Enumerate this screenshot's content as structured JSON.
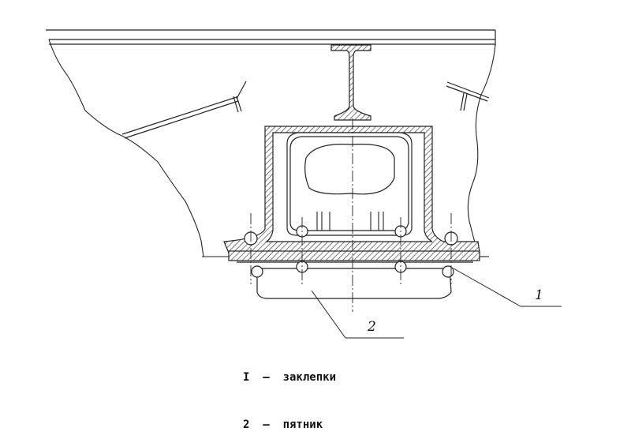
{
  "diagram": {
    "callouts": [
      {
        "id": "1",
        "label": "1"
      },
      {
        "id": "2",
        "label": "2"
      }
    ]
  },
  "legend": {
    "items": [
      {
        "label": "I  –  заклепки"
      },
      {
        "label": "2  –  пятник"
      }
    ]
  }
}
